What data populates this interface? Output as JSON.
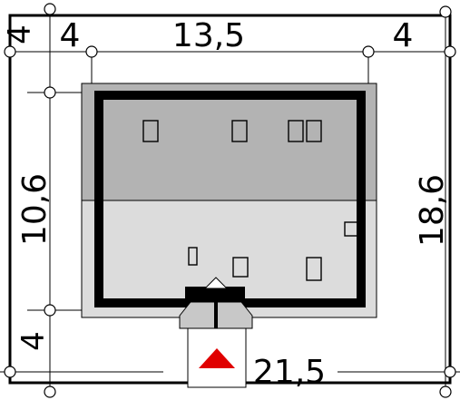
{
  "plot": {
    "dimensions": {
      "left_margin": "4",
      "top_margin": "4",
      "house_width": "13,5",
      "right_margin": "4",
      "house_depth": "10,6",
      "front_margin": "4",
      "plot_depth": "18,6",
      "plot_width": "21,5"
    },
    "colors": {
      "line": "#000000",
      "roof_back": "#b3b3b3",
      "roof_front": "#dcdcdc",
      "porch": "#c8c8c8",
      "entrance_arrow": "#e00000",
      "background": "#ffffff"
    }
  }
}
